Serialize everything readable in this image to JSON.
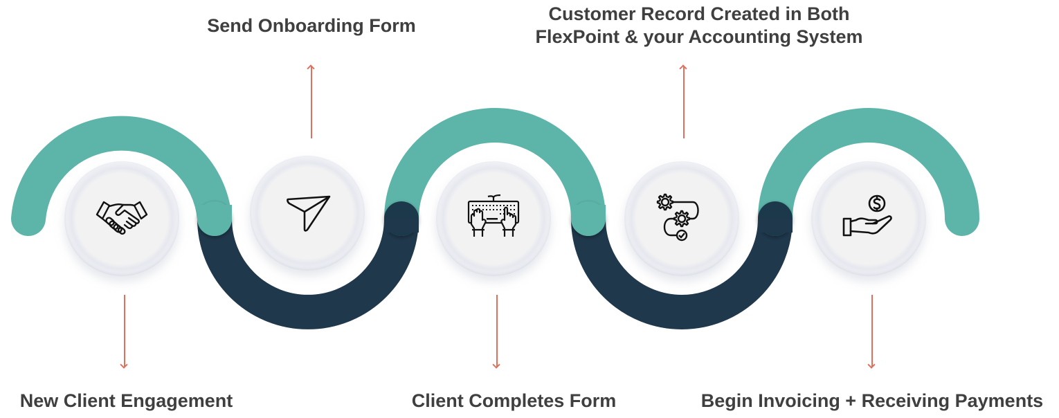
{
  "diagram": {
    "title": "Client onboarding process",
    "colors": {
      "teal": "#5db5a9",
      "navy": "#1f384c",
      "arrow": "#e0705e",
      "text": "#3f3f3f"
    },
    "steps": [
      {
        "order": 1,
        "label": "New Client Engagement",
        "icon": "handshake-icon",
        "label_position": "bottom"
      },
      {
        "order": 2,
        "label": "Send Onboarding Form",
        "icon": "paper-plane-icon",
        "label_position": "top"
      },
      {
        "order": 3,
        "label": "Client Completes Form",
        "icon": "keyboard-typing-icon",
        "label_position": "bottom"
      },
      {
        "order": 4,
        "label_line1": "Customer Record Created in Both",
        "label_line2": "FlexPoint & your Accounting System",
        "icon": "gears-workflow-icon",
        "label_position": "top"
      },
      {
        "order": 5,
        "label": "Begin Invoicing + Receiving Payments",
        "icon": "hand-dollar-icon",
        "label_position": "bottom"
      }
    ]
  }
}
